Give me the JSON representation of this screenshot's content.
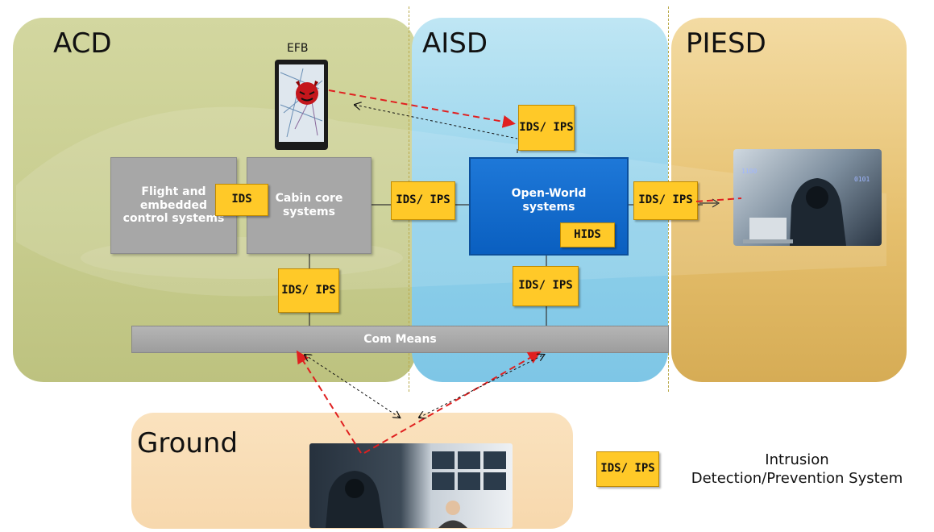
{
  "domains": {
    "acd": "ACD",
    "aisd": "AISD",
    "piesd": "PIESD",
    "ground": "Ground"
  },
  "efb_label": "EFB",
  "systems": {
    "flight": "Flight and embedded control systems",
    "cabin": "Cabin core systems",
    "open_world": "Open-World systems"
  },
  "ids_labels": {
    "ids": "IDS",
    "ids_ips": "IDS/ IPS",
    "hids": "HIDS"
  },
  "com_means": "Com Means",
  "legend": {
    "badge": "IDS/ IPS",
    "line1": "Intrusion",
    "line2": "Detection/Prevention System"
  },
  "colors": {
    "acd": "#c8cd8f",
    "aisd": "#8fd0ea",
    "piesd": "#e6c06e",
    "ground": "#f9ddb5",
    "ids_badge": "#ffc928",
    "open_world_box": "#0a66c8",
    "attack_line": "#e02020"
  }
}
